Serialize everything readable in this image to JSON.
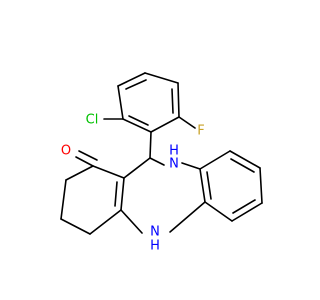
{
  "colors": {
    "bond": "#000000",
    "carbon": "#000000",
    "nitrogen": "#0000ff",
    "oxygen": "#ff0000",
    "chlorine": "#00c000",
    "fluorine": "#c9a227"
  },
  "labels": {
    "cl": "Cl",
    "f": "F",
    "o": "O",
    "nh_top_n": "N",
    "nh_top_h": "H",
    "nh_bottom_n": "N",
    "nh_bottom_h": "H"
  }
}
